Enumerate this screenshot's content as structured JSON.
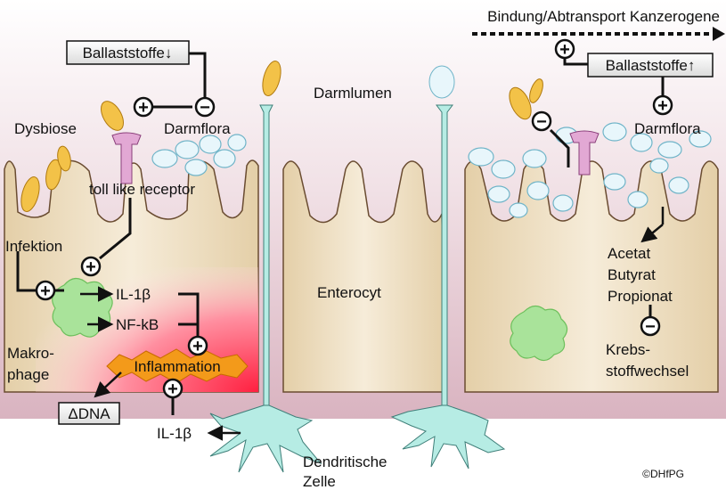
{
  "labels": {
    "transport": "Bindung/Abtransport Kanzerogene",
    "fiber_left": "Ballaststoffe↓",
    "fiber_right": "Ballaststoffe↑",
    "dysbiose": "Dysbiose",
    "darmflora_left": "Darmflora",
    "darmflora_right": "Darmflora",
    "darmlumen": "Darmlumen",
    "tlr": "toll like receptor",
    "infektion": "Infektion",
    "il1b_a": "IL-1β",
    "nfkb": "NF-kB",
    "makrophage_1": "Makro-",
    "makrophage_2": "phage",
    "inflammation": "Inflammation",
    "dna": "ΔDNA",
    "il1b_b": "IL-1β",
    "enterocyt": "Enterocyt",
    "dendritische_1": "Dendritische",
    "dendritische_2": "Zelle",
    "acetat": "Acetat",
    "butyrat": "Butyrat",
    "propionat": "Propionat",
    "krebs_1": "Krebs-",
    "krebs_2": "stoffwechsel",
    "copyright": "©DHfPG"
  },
  "signs": {
    "plus": "+",
    "minus": "−"
  },
  "colors": {
    "lumen": "#e9d3da",
    "tissue": "#ecdcbe",
    "tissue_edge": "#7a5a3c",
    "inflamed": "#ff3a50",
    "dendritic": "#b6ece4",
    "bacteria_white": "#e8f6fb",
    "bacteria_yellow": "#f3c248",
    "receptor": "#e2a8d4",
    "macrophage": "#a9e39a",
    "inflammation": "#f39a1a"
  }
}
